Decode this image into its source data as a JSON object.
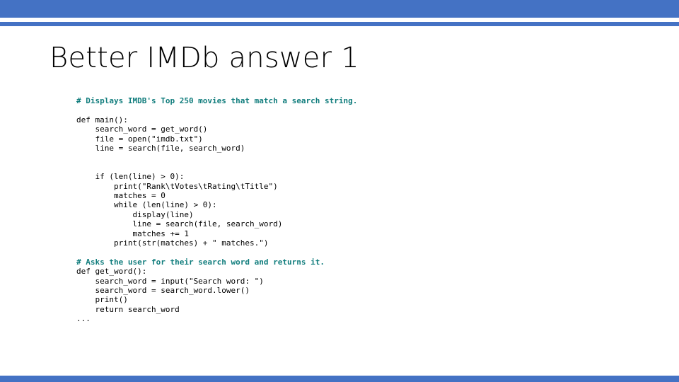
{
  "slide": {
    "title": "Better IMDb answer 1",
    "theme": {
      "accent_blue": "#4472C4",
      "comment_teal": "#117D7D",
      "code_black": "#000000",
      "background": "#FFFFFF"
    },
    "decoration": {
      "top_band": "top-accent-band",
      "top_rule": "top-accent-rule",
      "bottom_band": "bottom-accent-band"
    },
    "code": {
      "language": "python",
      "lines": [
        {
          "text": "# Displays IMDB's Top 250 movies that match a search string.",
          "style": "comment"
        },
        {
          "text": "",
          "style": "blank"
        },
        {
          "text": "def main():",
          "style": "code"
        },
        {
          "text": "    search_word = get_word()",
          "style": "code"
        },
        {
          "text": "    file = open(\"imdb.txt\")",
          "style": "code"
        },
        {
          "text": "    line = search(file, search_word)",
          "style": "code"
        },
        {
          "text": "",
          "style": "blank"
        },
        {
          "text": "",
          "style": "blank"
        },
        {
          "text": "    if (len(line) > 0):",
          "style": "code"
        },
        {
          "text": "        print(\"Rank\\tVotes\\tRating\\tTitle\")",
          "style": "code"
        },
        {
          "text": "        matches = 0",
          "style": "code"
        },
        {
          "text": "        while (len(line) > 0):",
          "style": "code"
        },
        {
          "text": "            display(line)",
          "style": "code"
        },
        {
          "text": "            line = search(file, search_word)",
          "style": "code"
        },
        {
          "text": "            matches += 1",
          "style": "code"
        },
        {
          "text": "        print(str(matches) + \" matches.\")",
          "style": "code"
        },
        {
          "text": "",
          "style": "blank"
        },
        {
          "text": "# Asks the user for their search word and returns it.",
          "style": "comment"
        },
        {
          "text": "def get_word():",
          "style": "code"
        },
        {
          "text": "    search_word = input(\"Search word: \")",
          "style": "code"
        },
        {
          "text": "    search_word = search_word.lower()",
          "style": "code"
        },
        {
          "text": "    print()",
          "style": "code"
        },
        {
          "text": "    return search_word",
          "style": "code"
        },
        {
          "text": "...",
          "style": "code"
        }
      ]
    }
  }
}
